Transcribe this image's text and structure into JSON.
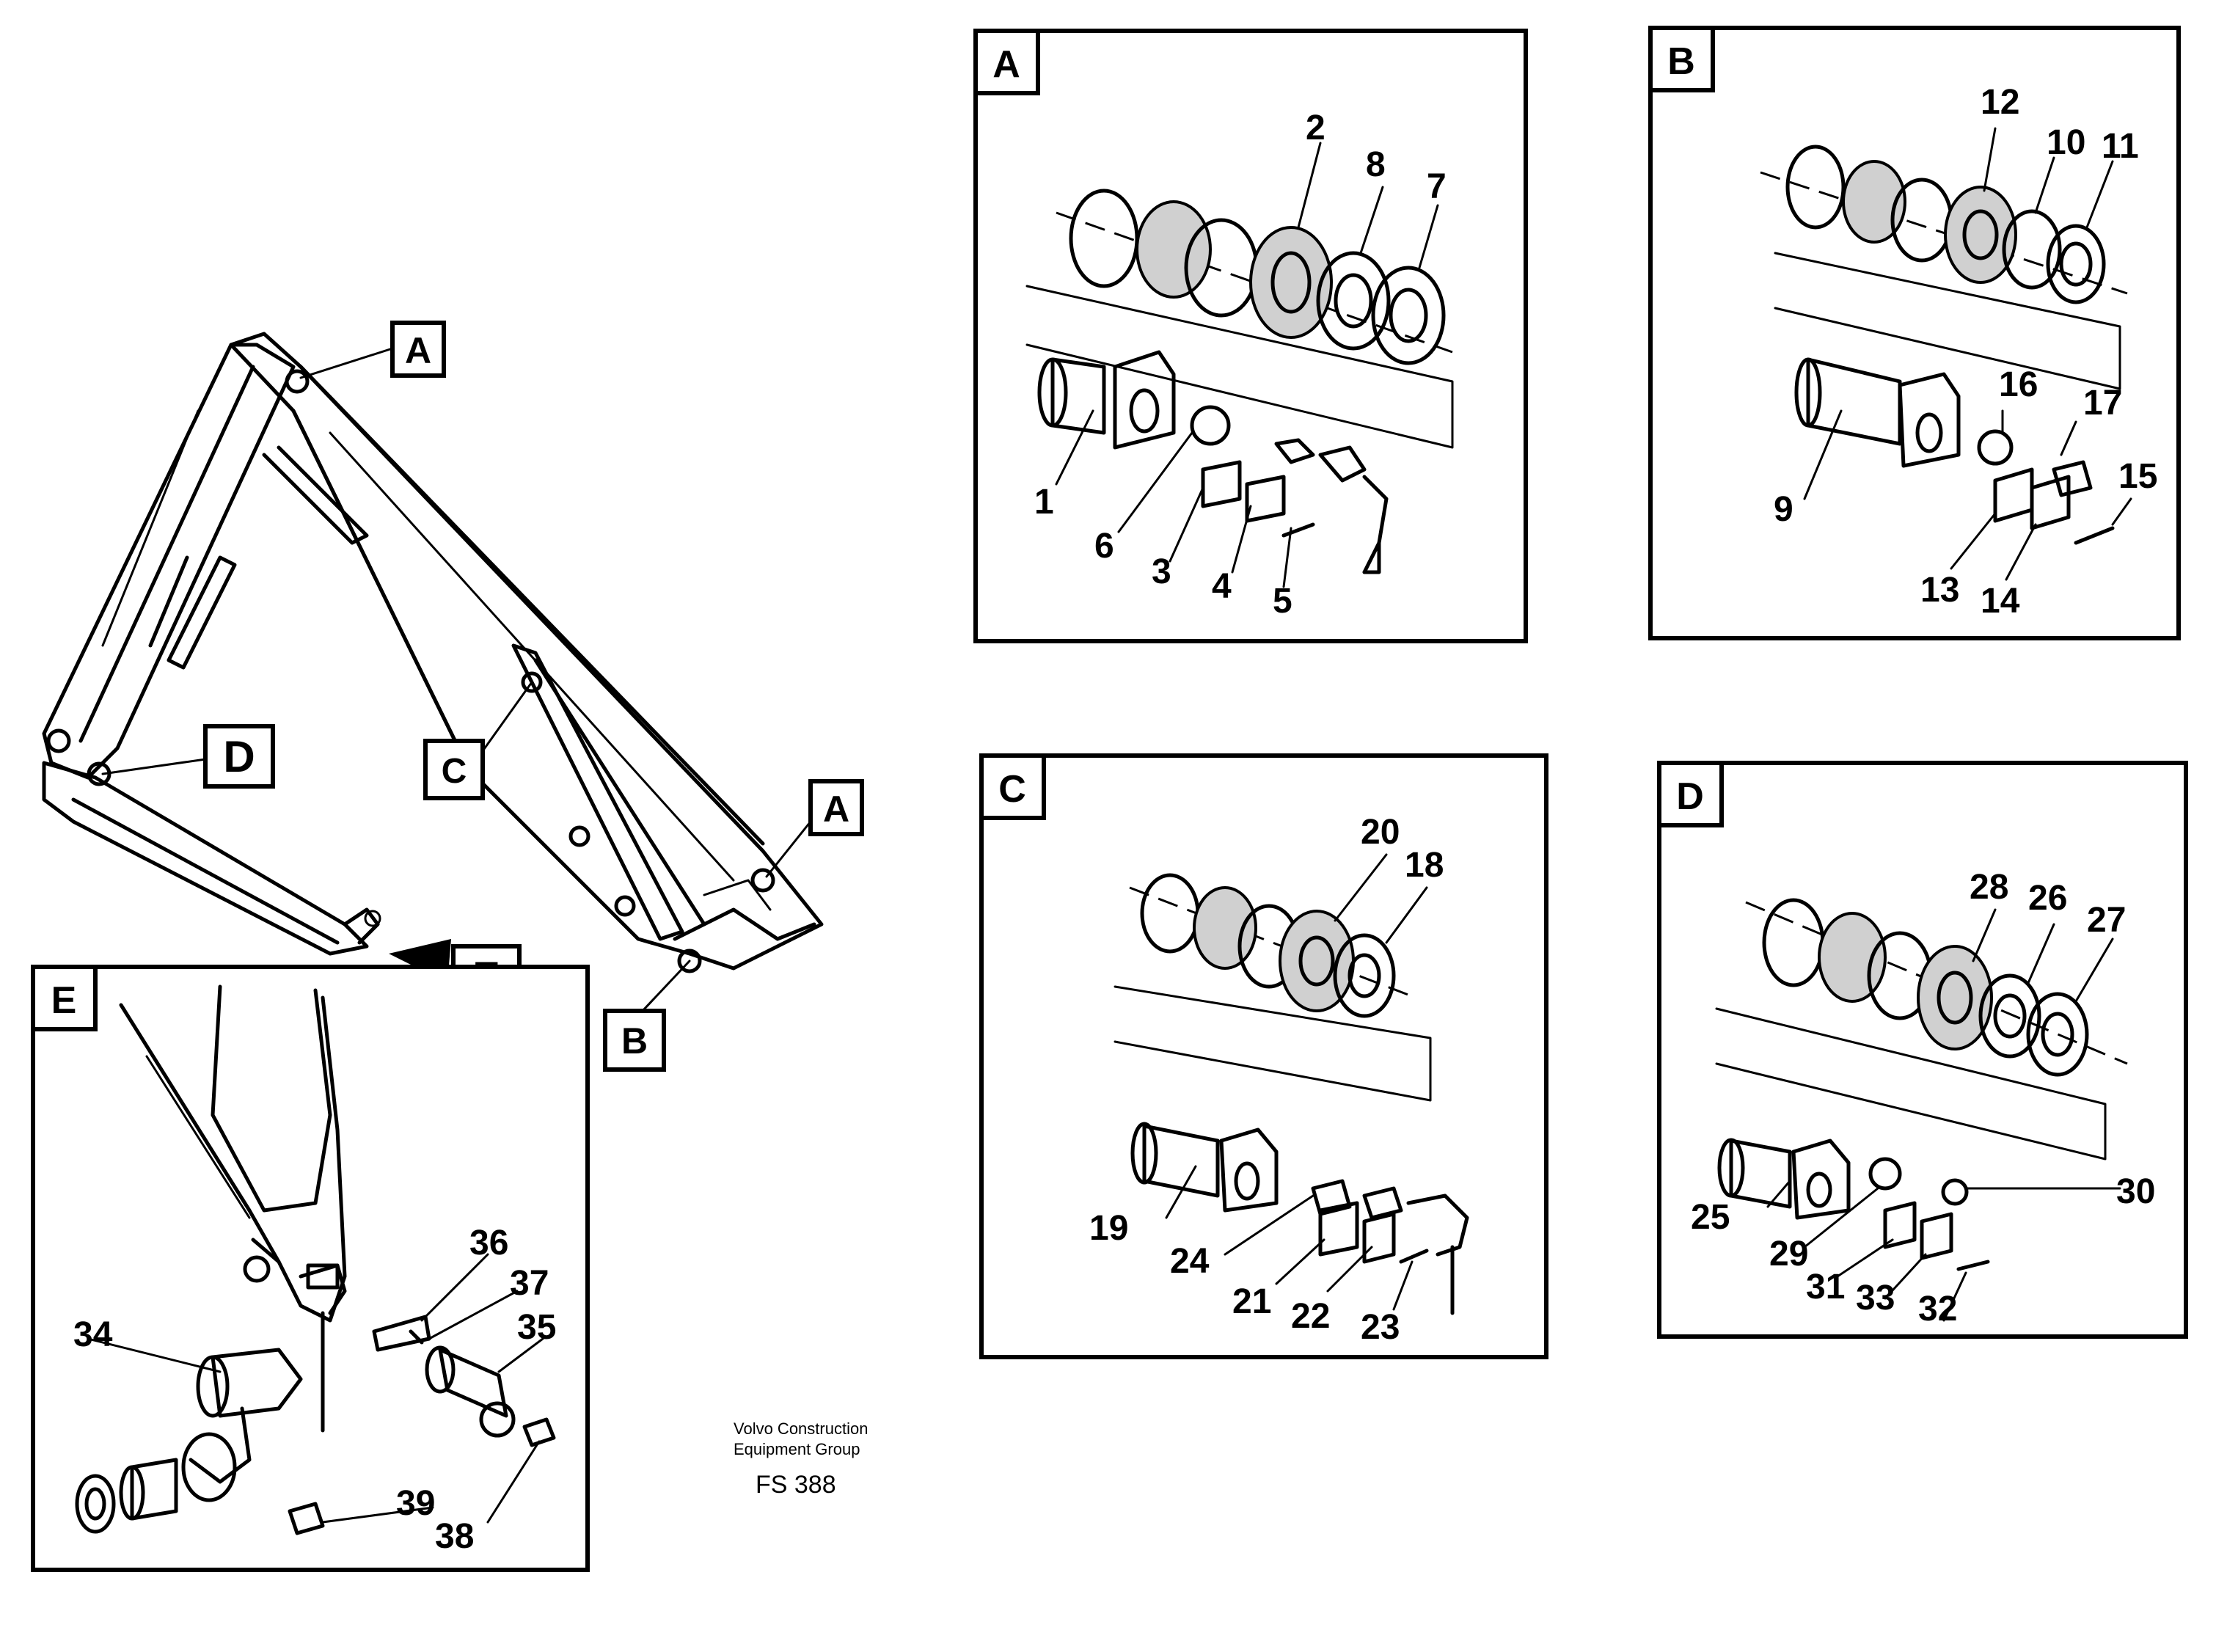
{
  "callouts": {
    "main_a_top": "A",
    "main_a_bottom": "A",
    "main_b": "B",
    "main_c": "C",
    "main_d": "D",
    "main_e": "E"
  },
  "panels": {
    "a": {
      "label": "A",
      "numbers": [
        "1",
        "2",
        "3",
        "4",
        "5",
        "6",
        "7",
        "8"
      ]
    },
    "b": {
      "label": "B",
      "numbers": [
        "9",
        "10",
        "11",
        "12",
        "13",
        "14",
        "15",
        "16",
        "17"
      ]
    },
    "c": {
      "label": "C",
      "numbers": [
        "18",
        "19",
        "20",
        "21",
        "22",
        "23",
        "24"
      ]
    },
    "d": {
      "label": "D",
      "numbers": [
        "25",
        "26",
        "27",
        "28",
        "29",
        "30",
        "31",
        "32",
        "33"
      ]
    },
    "e": {
      "label": "E",
      "numbers": [
        "34",
        "35",
        "36",
        "37",
        "38",
        "39"
      ]
    }
  },
  "caption": {
    "line1": "Volvo Construction",
    "line2": "Equipment Group",
    "code": "FS 388"
  }
}
